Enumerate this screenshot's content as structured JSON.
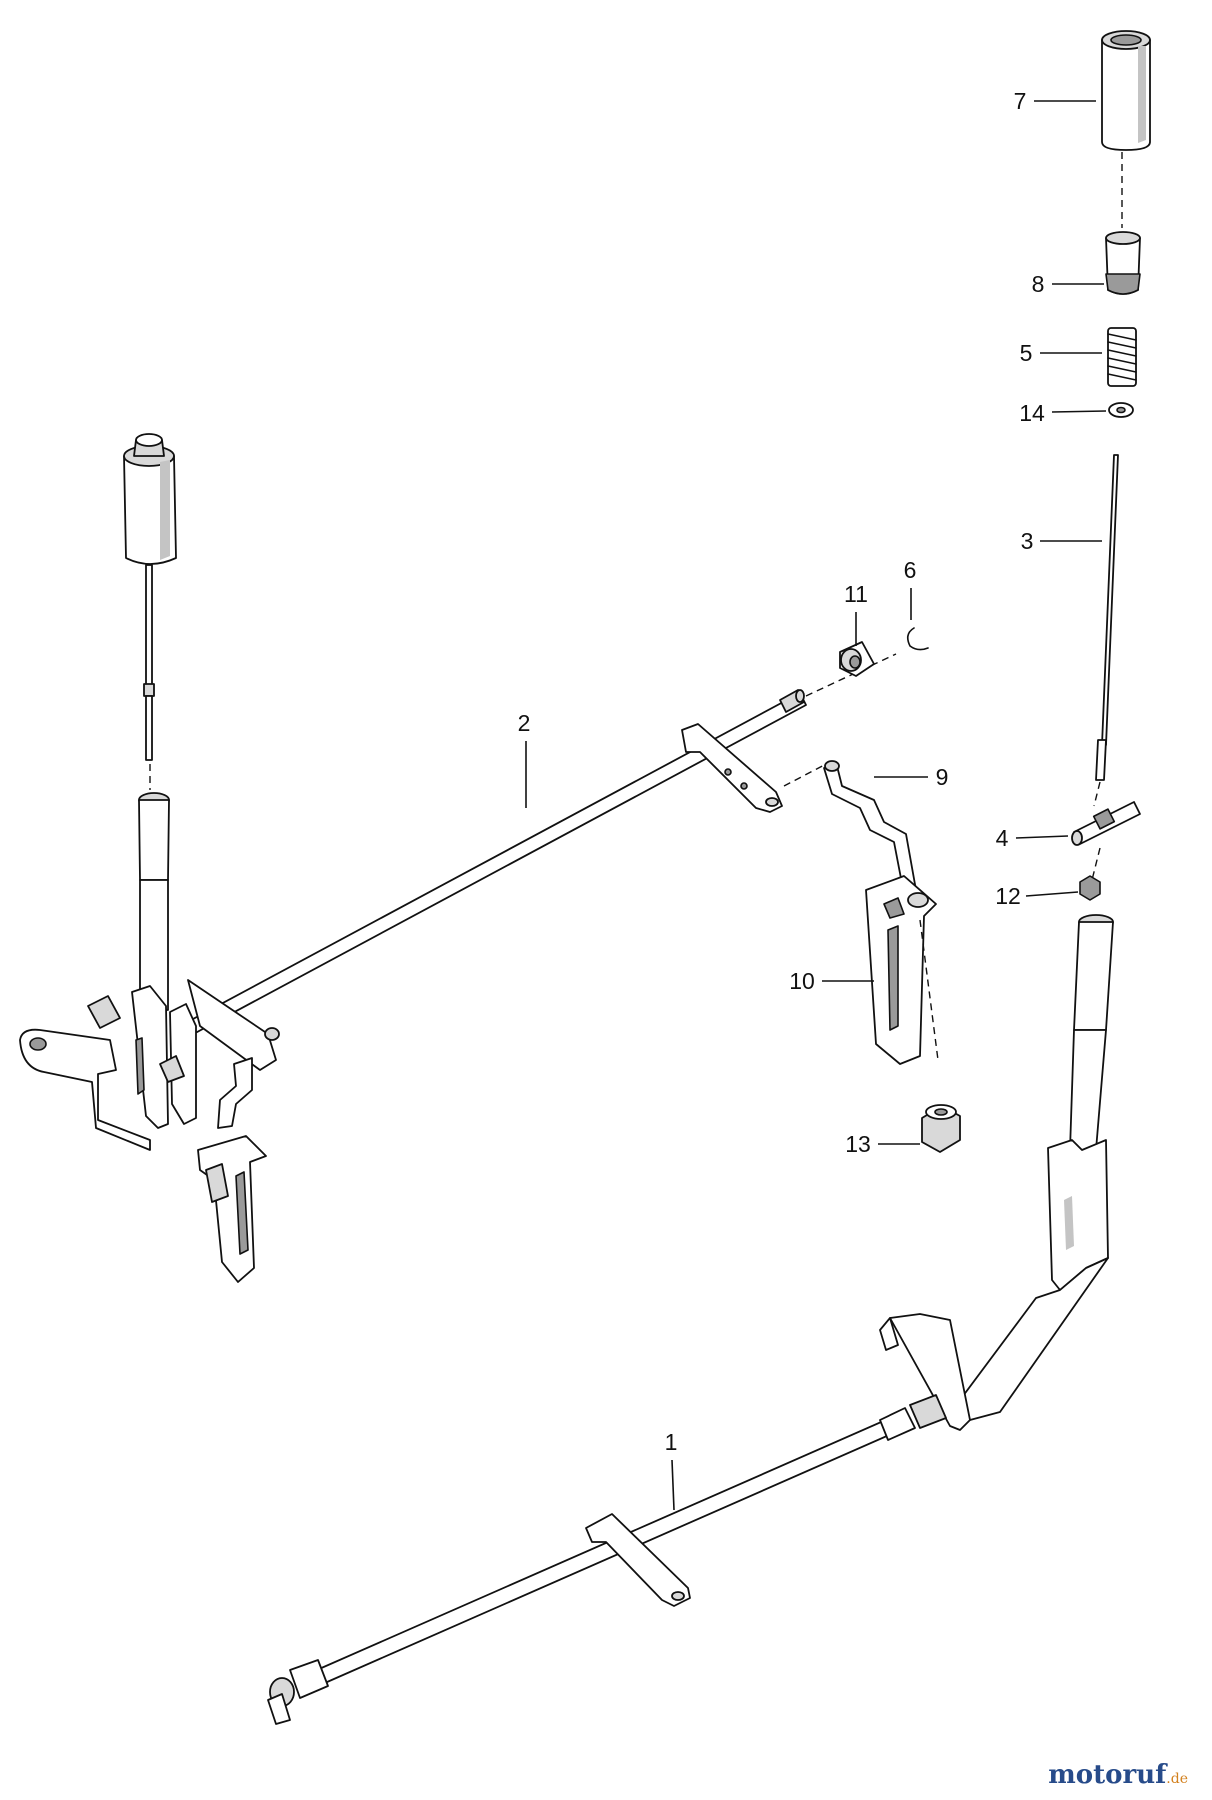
{
  "diagram": {
    "callouts": [
      {
        "label": "1"
      },
      {
        "label": "2"
      },
      {
        "label": "3"
      },
      {
        "label": "4"
      },
      {
        "label": "5"
      },
      {
        "label": "6"
      },
      {
        "label": "7"
      },
      {
        "label": "8"
      },
      {
        "label": "9"
      },
      {
        "label": "10"
      },
      {
        "label": "11"
      },
      {
        "label": "12"
      },
      {
        "label": "13"
      },
      {
        "label": "14"
      }
    ]
  },
  "watermark": {
    "main": "motoruf",
    "tld": ".de",
    "colors": {
      "main": "#274b8a",
      "tld": "#d3811f"
    }
  },
  "colors": {
    "line": "#111111",
    "fill": "#ffffff",
    "shade": "#c4c4c4"
  }
}
